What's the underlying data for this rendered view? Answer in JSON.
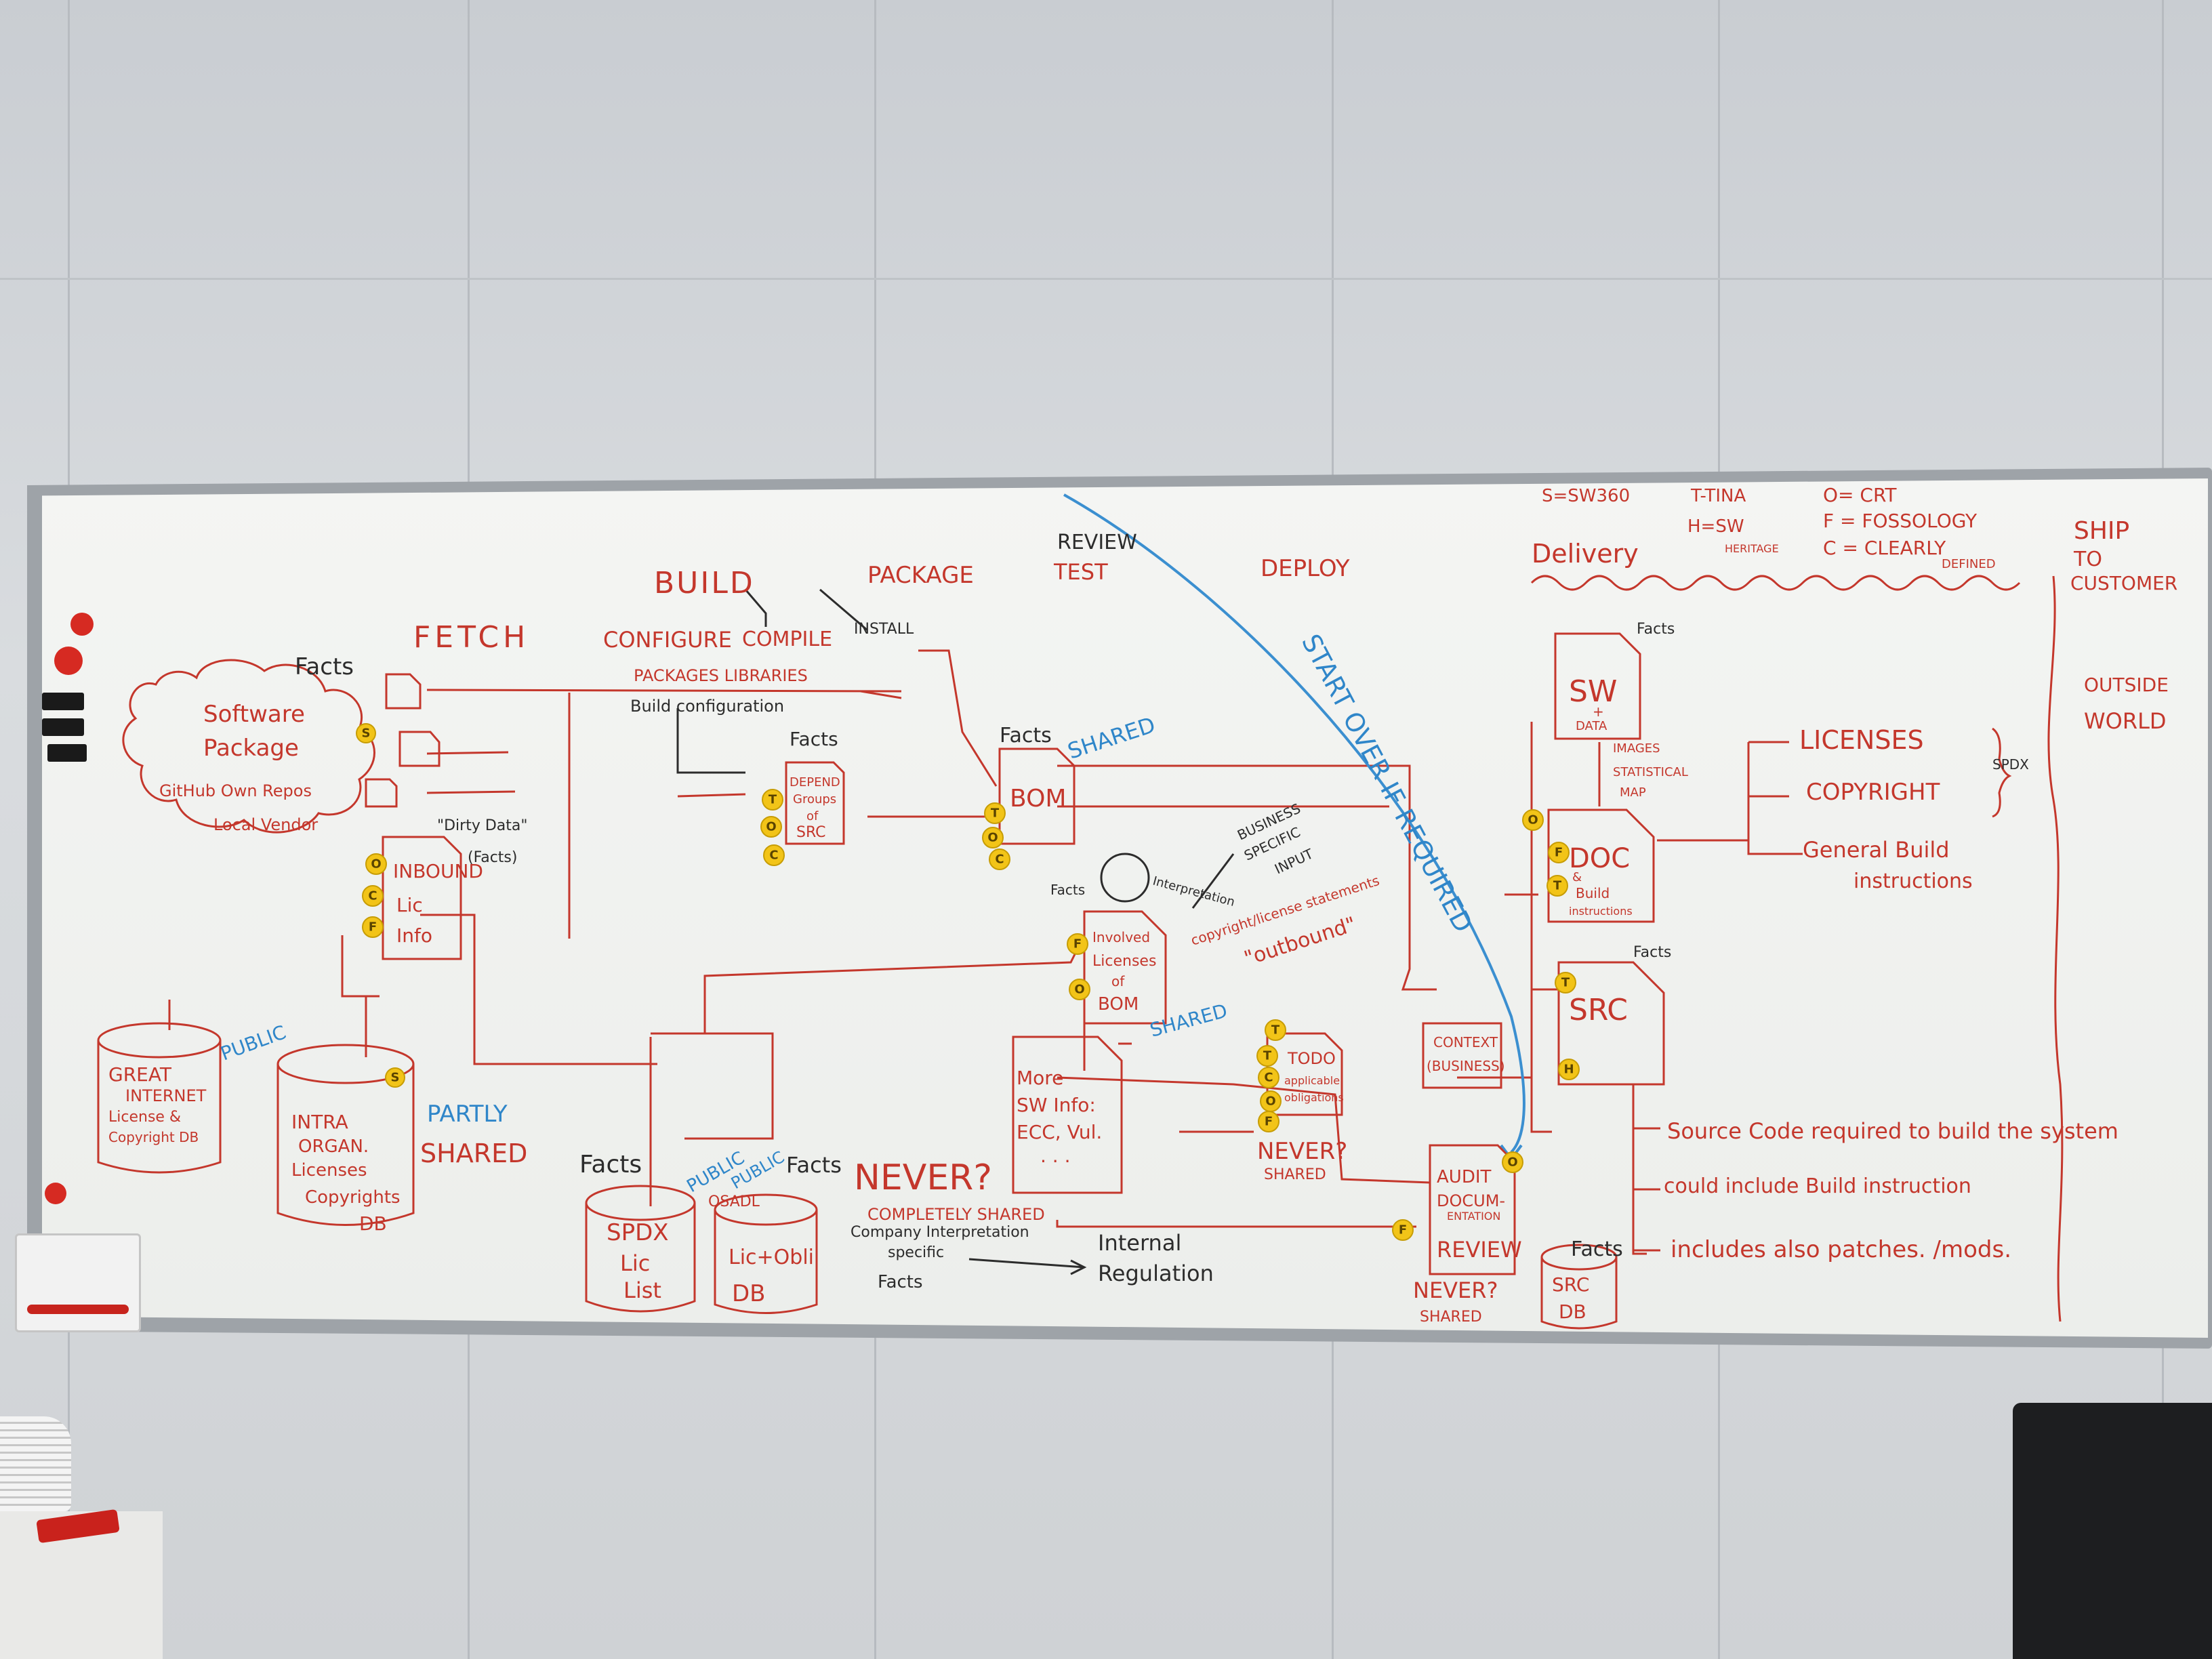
{
  "board": {
    "legend": {
      "s": "S=SW360",
      "t": "T-TINA",
      "h1": "H=SW",
      "h2": "HERITAGE",
      "o": "O= CRT",
      "f": "F = FOSSOLOGY",
      "c": "C = CLEARLY",
      "c2": "DEFINED"
    },
    "phases": {
      "fetch": "FETCH",
      "build": "BUILD",
      "configure": "CONFIGURE",
      "compile": "COMPILE",
      "install": "INSTALL",
      "package": "PACKAGE",
      "review": "REVIEW",
      "test": "TEST",
      "deploy": "DEPLOY",
      "delivery": "Delivery",
      "ship1": "SHIP",
      "ship2": "TO",
      "ship3": "CUSTOMER"
    },
    "outside": {
      "line1": "OUTSIDE",
      "line2": "WORLD"
    },
    "start_over": "START OVER IF REQUIRED",
    "left": {
      "facts": "Facts",
      "software1": "Software",
      "software2": "Package",
      "sources": "GitHub  Own Repos",
      "vendor": "Local  Vendor",
      "dirty1": "\"Dirty Data\"",
      "dirty2": "(Facts)",
      "inbound1": "INBOUND",
      "inbound2": "Lic",
      "inbound3": "Info",
      "public": "PUBLIC",
      "great1": "GREAT",
      "great2": "INTERNET",
      "great3": "License &",
      "great4": "Copyright DB",
      "intra1": "INTRA",
      "intra2": "ORGAN.",
      "intra3": "Licenses",
      "intra4": "Copyrights",
      "intra5": "DB",
      "partly1": "PARTLY",
      "partly2": "SHARED"
    },
    "middle": {
      "packages": "PACKAGES  LIBRARIES",
      "build_conf": "Build configuration",
      "facts": "Facts",
      "depend1": "DEPEND",
      "depend2": "Groups",
      "depend3": "of",
      "depend4": "SRC",
      "facts_bom": "Facts",
      "bom": "BOM",
      "shared1": "SHARED",
      "facts_spdx": "Facts",
      "spdx1": "SPDX",
      "spdx2": "Lic",
      "spdx3": "List",
      "public2": "PUBLIC",
      "osadl": "OSADL",
      "facts_db": "Facts",
      "licdb1": "Lic+Obli",
      "licdb2": "DB",
      "never": "NEVER?",
      "completely": "COMPLETELY SHARED",
      "company": "Company Interpretation",
      "specific": "specific",
      "facts_co": "Facts",
      "internal1": "Internal",
      "internal2": "Regulation"
    },
    "bom_area": {
      "facts": "Facts",
      "business1": "BUSINESS",
      "business2": "SPECIFIC",
      "business3": "INPUT",
      "interpretation": "Interpretation",
      "copyright_note": "copyright/license statements",
      "outbound": "\"outbound\"",
      "involved1": "Involved",
      "involved2": "Licenses",
      "involved3": "of",
      "involved4": "BOM",
      "shared2": "SHARED",
      "more1": "More",
      "more2": "SW Info:",
      "more3": "ECC, Vul.",
      "more4": ". . .",
      "todo1": "TODO",
      "todo2": "applicable",
      "todo3": "obligations",
      "never2": "NEVER?",
      "shared3": "SHARED"
    },
    "audit": {
      "context1": "CONTEXT",
      "context2": "(BUSINESS)",
      "audit1": "AUDIT",
      "audit2": "DOCUM-",
      "audit3": "ENTATION",
      "review": "REVIEW",
      "never3": "NEVER?",
      "shared4": "SHARED"
    },
    "right": {
      "facts1": "Facts",
      "sw1": "SW",
      "sw2": "+",
      "sw3": "DATA",
      "images1": "IMAGES",
      "images2": "STATISTICAL",
      "images3": "MAP",
      "doc1": "DOC",
      "doc2": "&",
      "doc3": "Build",
      "doc4": "instructions",
      "facts2": "Facts",
      "src": "SRC",
      "facts3": "Facts",
      "srcdb1": "SRC",
      "srcdb2": "DB",
      "licenses": "LICENSES",
      "copyright": "COPYRIGHT",
      "spdx": "SPDX",
      "general1": "General Build",
      "general2": "instructions",
      "note1": "Source Code required to build the system",
      "note2": "could include  Build instruction",
      "note3": "includes also  patches. /mods."
    },
    "magnets": {
      "s": "S",
      "t": "T",
      "o": "O",
      "f": "F",
      "c": "C",
      "h": "H"
    }
  },
  "colors": {
    "marker_red": "#c4372c",
    "marker_black": "#2c2c2c",
    "marker_blue": "#2f86c9",
    "magnet_yellow": "#f2c418",
    "board_white": "#f1f2ef",
    "wall": "#d3d6d9"
  }
}
